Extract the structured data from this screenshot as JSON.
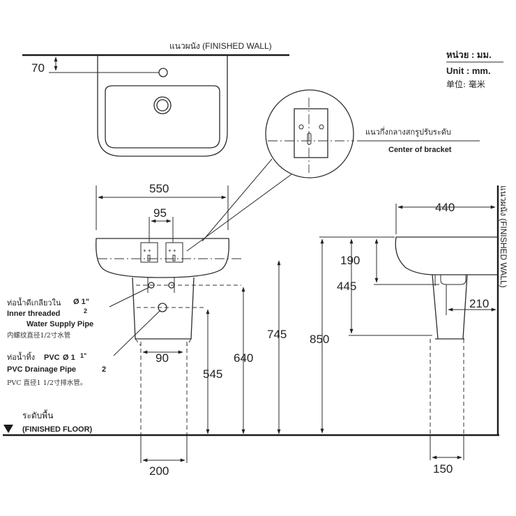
{
  "units": {
    "thai": "หน่วย : มม.",
    "english": "Unit : mm.",
    "chinese": "单位:  毫米"
  },
  "labels": {
    "finished_wall_top": "แนวผนัง (FINISHED WALL)",
    "finished_wall_side": "แนวผนัง (FINISHED WALL)",
    "bracket_thai": "แนวกึ่งกลางสกรูปรับระดับ",
    "bracket_en": "Center of bracket",
    "floor_thai": "ระดับพื้น",
    "floor_en": "(FINISHED FLOOR)"
  },
  "supply_pipe": {
    "thai": "ท่อน้ำดีเกลียวใน",
    "size_main": "Ø 1\"",
    "size_den": "2",
    "en_line1": "Inner threaded",
    "en_line2": "Water Supply Pipe",
    "chinese": "内螺纹直径1/2寸水管"
  },
  "drain_pipe": {
    "thai": "ท่อน้ำทิ้ง",
    "pvc": "PVC",
    "size_main": "Ø 1",
    "size_sup": "1\"",
    "size_den": "2",
    "en": "PVC Drainage Pipe",
    "chinese": "PVC 直径1 1/2寸排水管。"
  },
  "dimensions": {
    "d70": "70",
    "d550": "550",
    "d95": "95",
    "d90": "90",
    "d200": "200",
    "d545": "545",
    "d640": "640",
    "d745": "745",
    "d850": "850",
    "d440": "440",
    "d190": "190",
    "d445": "445",
    "d210": "210",
    "d150": "150"
  }
}
